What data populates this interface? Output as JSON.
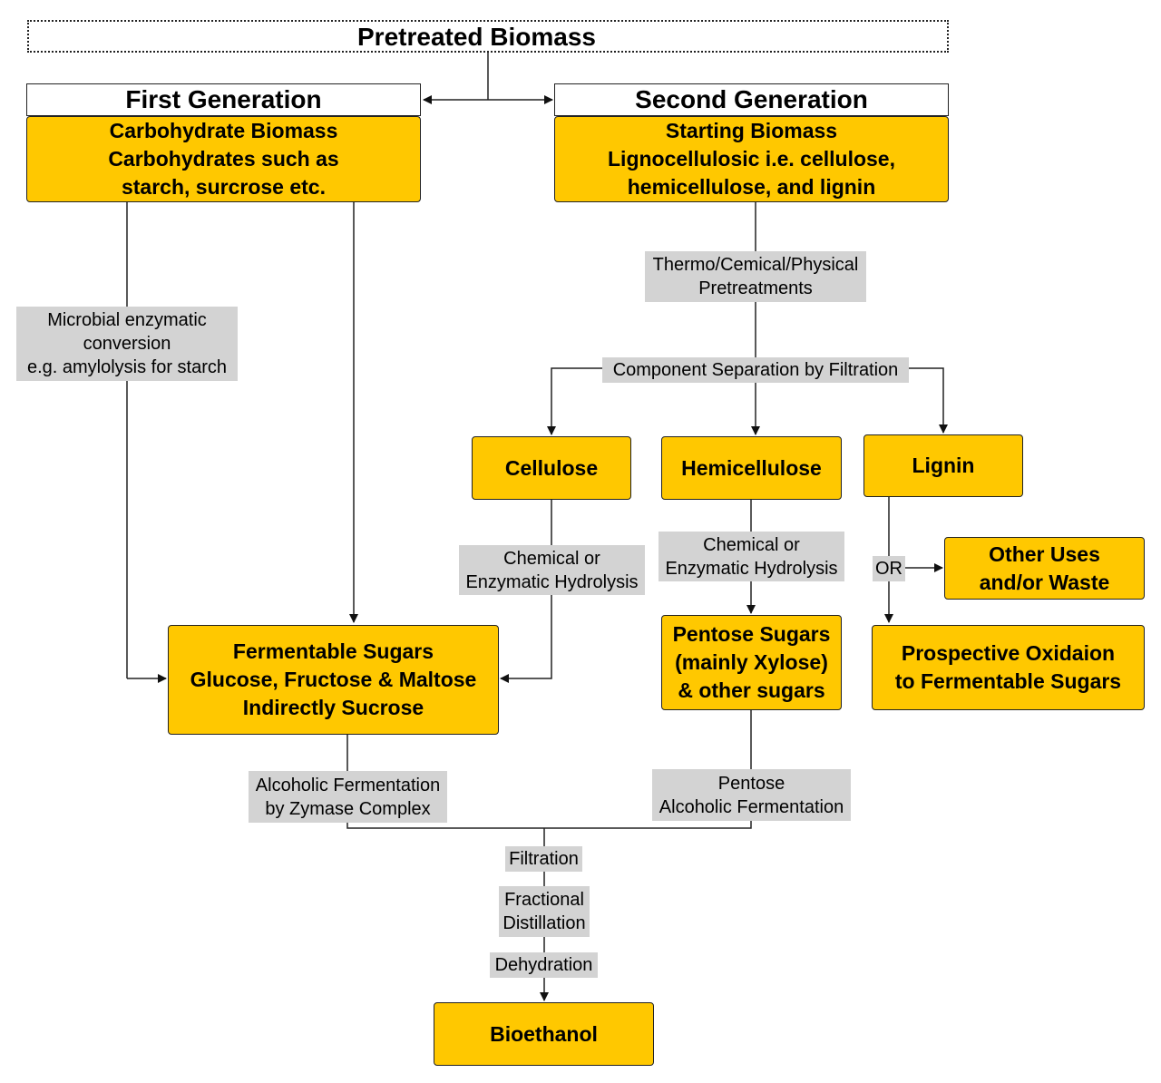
{
  "top": {
    "title": "Pretreated Biomass"
  },
  "first_gen": {
    "header": "First Generation",
    "box_lines": [
      "Carbohydrate Biomass",
      "Carbohydrates such as",
      "starch, surcrose etc."
    ],
    "microbial_label": [
      "Microbial enzymatic",
      "conversion",
      "e.g.  amylolysis for starch"
    ]
  },
  "second_gen": {
    "header": "Second Generation",
    "box_lines": [
      "Starting Biomass",
      "Lignocellulosic  i.e. cellulose,",
      "hemicellulose, and lignin"
    ],
    "pretreat_label": [
      "Thermo/Cemical/Physical",
      "Pretreatments"
    ],
    "separation_label": "Component Separation by Filtration"
  },
  "components": {
    "cellulose": "Cellulose",
    "hemicellulose": "Hemicellulose",
    "lignin": "Lignin"
  },
  "hydrolysis_cellulose": [
    "Chemical or",
    "Enzymatic Hydrolysis"
  ],
  "hydrolysis_hemi": [
    "Chemical or",
    "Enzymatic Hydrolysis"
  ],
  "or_label": "OR",
  "other_uses": [
    "Other Uses",
    "and/or Waste"
  ],
  "prospective": [
    "Prospective Oxidaion",
    "to Fermentable Sugars"
  ],
  "pentose_sugars": [
    "Pentose Sugars",
    "(mainly Xylose)",
    "& other sugars"
  ],
  "fermentable": [
    "Fermentable Sugars",
    "Glucose, Fructose & Maltose",
    "Indirectly Sucrose"
  ],
  "alcoholic_ferm": [
    "Alcoholic Fermentation",
    "by Zymase Complex"
  ],
  "pentose_ferm": [
    "Pentose",
    "Alcoholic Fermentation"
  ],
  "steps": {
    "filtration": "Filtration",
    "distillation": [
      "Fractional",
      "Distillation"
    ],
    "dehydration": "Dehydration"
  },
  "output": "Bioethanol",
  "colors": {
    "box_fill": "#FFC800",
    "label_fill": "#D3D3D3",
    "line": "#222222"
  }
}
